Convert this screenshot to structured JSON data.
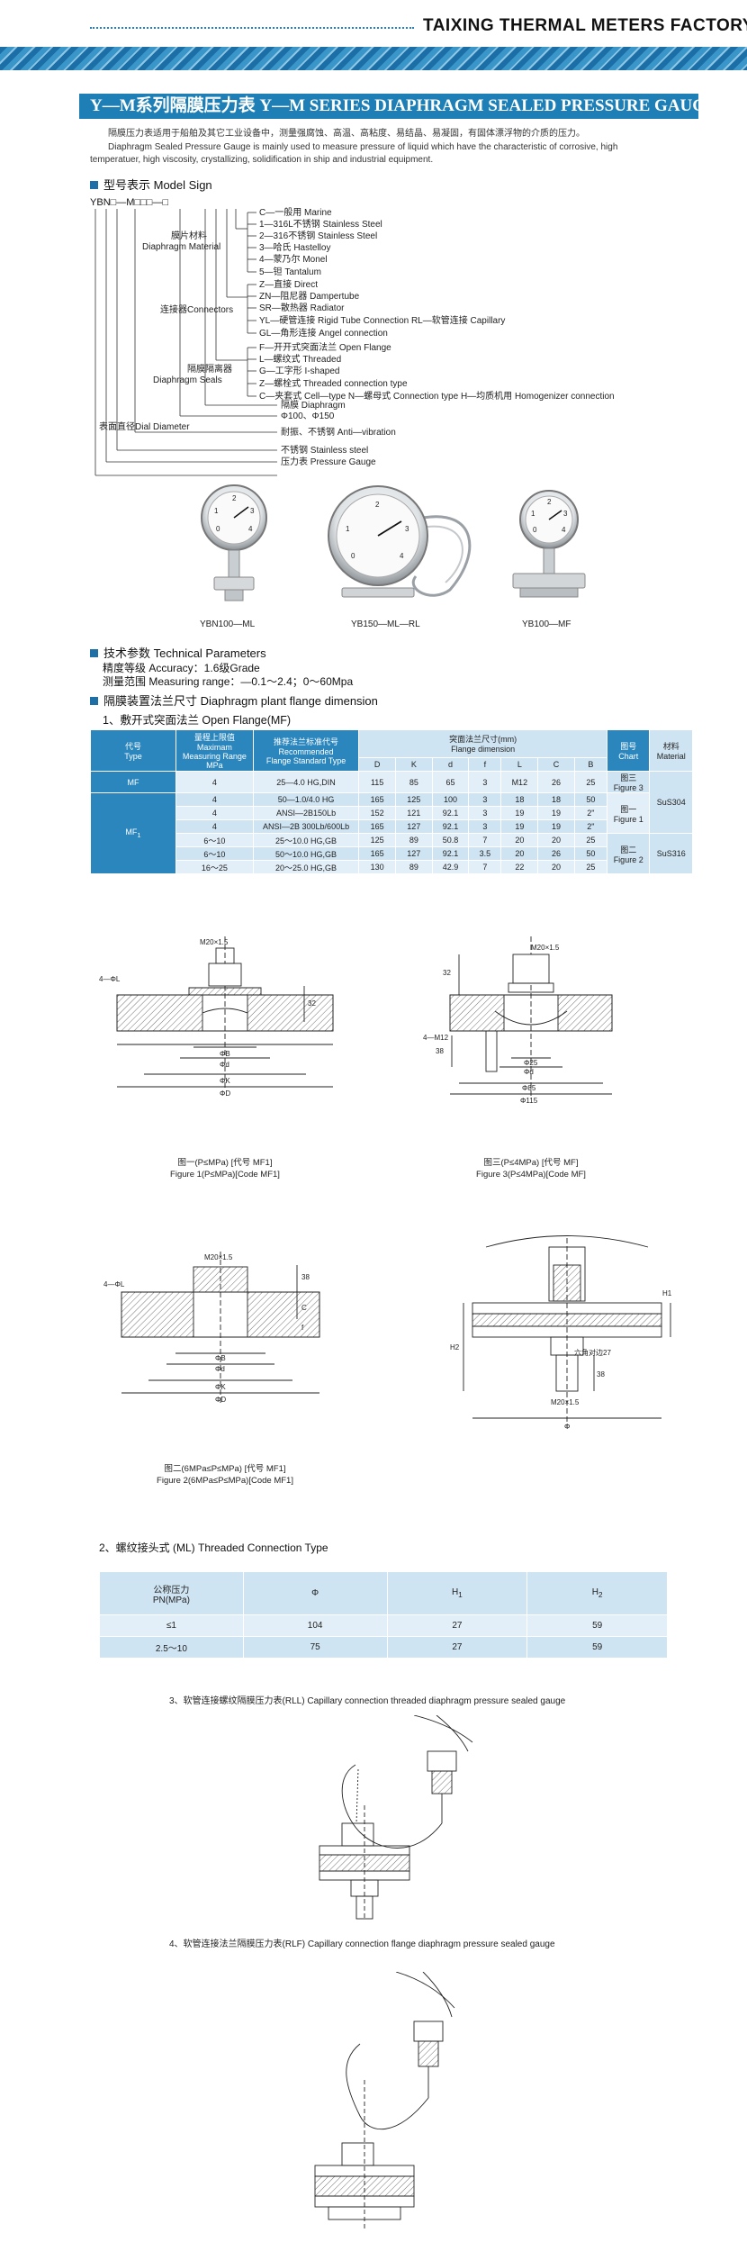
{
  "header": {
    "company": "TAIXING THERMAL METERS FACTORY",
    "title": "Y—M系列隔膜压力表  Y—M SERIES DIAPHRAGM SEALED PRESSURE GAUGE"
  },
  "intro": {
    "cn": "隔膜压力表适用于船舶及其它工业设备中，测量强腐蚀、高温、高粘度、易结晶、易凝固，有固体漂浮物的介质的压力。",
    "en1": "Diaphragm Sealed Pressure Gauge is mainly used to measure pressure of liquid which have the characteristic of corrosive, high",
    "en2": "temperatuer, high viscosity, crystallizing, solidification in ship and industrial equipment."
  },
  "model_sign": {
    "heading": "型号表示 Model Sign",
    "code": [
      "Y",
      "B",
      "N",
      "□",
      "—",
      "M",
      "□",
      "□",
      "□",
      "—",
      "□"
    ],
    "group_material": "膜片材料",
    "group_material_en": "Diaphragm Material",
    "materials": [
      "C—一般用 Marine",
      "1—316L不锈钢 Stainless Steel",
      "2—316不锈钢 Stainless Steel",
      "3—哈氏 Hastelloy",
      "4—蒙乃尔 Monel",
      "5—钽 Tantalum"
    ],
    "group_connector": "连接器Connectors",
    "connectors": [
      "Z—直接 Direct",
      "ZN—阻尼器 Dampertube",
      "SR—散热器 Radiator",
      "YL—硬管连接 Rigid Tube Connection  RL—软管连接 Capillary",
      "GL—角形连接 Angel connection"
    ],
    "group_seal": "隔膜隔离器",
    "group_seal_en": "Diaphragm Seals",
    "seals": [
      "F—开开式突面法兰 Open Flange",
      "L—螺纹式 Threaded",
      "G—工字形 I-shaped",
      "Z—螺栓式 Threaded connection type",
      "C—夹套式 Cell—type   N—螺母式 Connection type   H—均质机用 Homogenizer connection"
    ],
    "rest": [
      "隔膜 Diaphragm",
      "Φ100、Φ150",
      "耐振、不锈钢 Anti—vibration",
      "不锈钢 Stainless steel",
      "压力表 Pressure Gauge"
    ],
    "dial_label": "表面直径Dial Diameter"
  },
  "gauges": [
    {
      "caption": "YBN100—ML",
      "dial": [
        "0",
        "1",
        "2",
        "3",
        "4"
      ]
    },
    {
      "caption": "YB150—ML—RL",
      "dial": [
        "0",
        "1",
        "2",
        "3",
        "4"
      ]
    },
    {
      "caption": "YB100—MF",
      "dial": [
        "0",
        "1",
        "2",
        "3",
        "4"
      ]
    }
  ],
  "tech": {
    "heading": "技术参数 Technical Parameters",
    "accuracy": "精度等级 Accuracy：1.6级Grade",
    "range": "测量范围 Measuring range：—0.1～2.4；0～60Mpa"
  },
  "flange": {
    "heading": "隔膜装置法兰尺寸 Diaphragm plant flange dimension",
    "sub": "1、敷开式突面法兰 Open Flange(MF)",
    "headers": {
      "code_cn": "代号",
      "code_en": "Type",
      "max_cn": "量程上限值",
      "max_en1": "Maximam",
      "max_en2": "Measuring Range",
      "max_en3": "MPa",
      "std_cn": "推荐法兰标准代号",
      "std_en1": "Recommended",
      "std_en2": "Flange Standard Type",
      "dim_cn": "突面法兰尺寸(mm)",
      "dim_en": "Flange dimension",
      "chart_cn": "图号",
      "chart_en": "Chart",
      "mat_cn": "材料",
      "mat_en": "Material",
      "cols": [
        "D",
        "K",
        "d",
        "f",
        "L",
        "C",
        "B"
      ]
    },
    "mf": {
      "code": "MF",
      "max": "4",
      "std": "25—4.0 HG,DIN",
      "vals": [
        "115",
        "85",
        "65",
        "3",
        "M12",
        "26",
        "25"
      ],
      "chart_cn": "图三",
      "chart_en": "Figure 3"
    },
    "mf1_code": "MF",
    "mf1_sub": "1",
    "mf1_rows": [
      {
        "max": "4",
        "std": "50—1.0/4.0 HG",
        "vals": [
          "165",
          "125",
          "100",
          "3",
          "18",
          "18",
          "50"
        ]
      },
      {
        "max": "4",
        "std": "ANSI—2B150Lb",
        "vals": [
          "152",
          "121",
          "92.1",
          "3",
          "19",
          "19",
          "2\""
        ]
      },
      {
        "max": "4",
        "std": "ANSI—2B 300Lb/600Lb",
        "vals": [
          "165",
          "127",
          "92.1",
          "3",
          "19",
          "19",
          "2\""
        ]
      },
      {
        "max": "6～10",
        "std": "25～10.0 HG,GB",
        "vals": [
          "125",
          "89",
          "50.8",
          "7",
          "20",
          "20",
          "25"
        ]
      },
      {
        "max": "6～10",
        "std": "50～10.0 HG,GB",
        "vals": [
          "165",
          "127",
          "92.1",
          "3.5",
          "20",
          "26",
          "50"
        ]
      },
      {
        "max": "16～25",
        "std": "20～25.0 HG,GB",
        "vals": [
          "130",
          "89",
          "42.9",
          "7",
          "22",
          "20",
          "25"
        ]
      }
    ],
    "chart1_cn": "图一",
    "chart1_en": "Figure 1",
    "chart2_cn": "图二",
    "chart2_en": "Figure 2",
    "mat1": "SuS304",
    "mat2": "SuS316"
  },
  "figures": {
    "fig1_cn": "图一(P≤MPa) [代号 MF1]",
    "fig1_en": "Figure 1(P≤MPa)[Code MF1]",
    "fig3_cn": "图三(P≤4MPa) [代号 MF]",
    "fig3_en": "Figure 3(P≤4MPa)[Code MF]",
    "fig2_cn": "图二(6MPa≤P≤MPa) [代号 MF1]",
    "fig2_en": "Figure 2(6MPa≤P≤MPa)[Code MF1]",
    "m20": "M20×1.5",
    "labels": {
      "l4": "4—ΦL",
      "phiB": "ΦB",
      "phid": "Φd",
      "phiK": "ΦK",
      "phiD": "ΦD",
      "m12": "4—M12",
      "p25": "Φ25",
      "p85": "Φ85",
      "p115": "Φ115",
      "h32": "32",
      "h38": "38",
      "hex": "六角对边27",
      "C": "C",
      "f": "f",
      "H1": "H1",
      "H2": "H2",
      "phi": "Φ"
    }
  },
  "ml": {
    "heading": "2、螺纹接头式 (ML) Threaded Connection Type",
    "h_cn": "公称压力",
    "h_en": "PN(MPa)",
    "h_phi": "Φ",
    "h_h1": "H",
    "h_h1s": "1",
    "h_h2": "H",
    "h_h2s": "2",
    "rows": [
      {
        "pn": "≤1",
        "phi": "104",
        "h1": "27",
        "h2": "59"
      },
      {
        "pn": "2.5～10",
        "phi": "75",
        "h1": "27",
        "h2": "59"
      }
    ]
  },
  "rll_caption": "3、软管连接螺纹隔膜压力表(RLL) Capillary connection threaded diaphragm pressure sealed gauge",
  "rlf_caption": "4、软管连接法兰隔膜压力表(RLF) Capillary connection flange diaphragm pressure sealed gauge"
}
